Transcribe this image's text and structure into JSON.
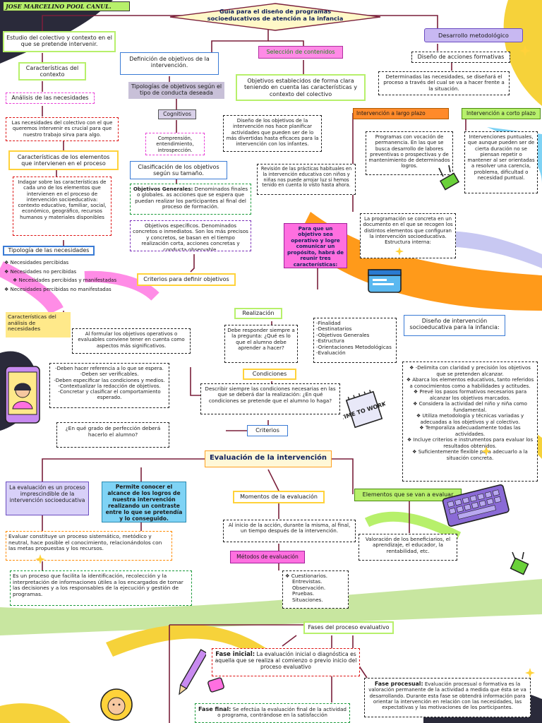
{
  "author": "JOSE MARCELINO POOL CANUL.",
  "title": "Guía para el diseño de programas socioeducativos de atención a la infancia",
  "estudio": "Estudio del colectivo y contexto en el que se pretende intervenir.",
  "desarrollo_metodologico": "Desarrollo metodológico",
  "definicion_objetivos": "Definición de objetivos de la intervención.",
  "seleccion_contenidos": "Selección de contenidos",
  "diseno_acciones": "Diseño de acciones formativas",
  "caracteristicas_contexto": "Características del contexto",
  "tipologias_objetivos": "Tipologías de objetivos según el tipo de conducta deseada",
  "objetivos_establecidos": "Objetivos establecidos de forma clara teniendo en cuenta las características y contexto del colectivo",
  "determinadas_necesidades": "Determinadas las necesidades, se diseñará el proceso a través del cual se va a hacer frente a la situación.",
  "analisis_necesidades": "Análisis de las necesidades",
  "cognitivos": "Cognitivos",
  "intervencion_largo": "Intervención a largo plazo",
  "intervencion_corto": "Intervención a corto plazo",
  "necesidades_colectivo": "Las necesidades del colectivo con el que queremos intervenir es crucial para que nuestro trabajo sirva para algo.",
  "diseno_objetivos": "Diseño de los objetivos de la intervención nos hace planificar actividades que pueden ser de lo más divertidas hasta eficaces para la intervención con los infantes.",
  "comprension": "Comprensión, entendimiento, introspección.",
  "programas_vocacion": "Programas con vocación de permanencia. En las que se busca desarrollo de labores preventivas o prospectivas y de mantenimiento de determinados logros.",
  "intervenciones_puntuales": "Intervenciones puntuales, que aunque pueden ser de cierta duración no se piensan repetir o mantener al ser orientadas a resolver una carencia, problema, dificultad o necesidad puntual.",
  "caracteristicas_elementos": "Características de los elementos que intervienen en el proceso",
  "clasificacion": "Clasificación de los objetivos según su tamaño.",
  "revision": "Revisión de las prácticas habituales en la intervención educativa con niños y niñas nos puede arrojar luz si hemos tenido en cuenta lo visto hasta ahora.",
  "indagar": "Indagar sobre las características de cada uno de los elementos que intervienen en el proceso de intervención socioeducativa: contexto educativo, familiar, social, económico, geográfico, recursos humanos y materiales disponibles",
  "objetivos_generales_label": "Objetivos Generales:",
  "objetivos_generales": "Denominados finales o globales. as acciones que se espera que puedan realizar los participantes al final del proceso de formación.",
  "programacion": "La programación se concreta en un documento en el que se recogen los distintos elementos que configuran la intervención socioeducativa. Estructura interna:",
  "objetivos_especificos": "Objetivos específicos. Denominados concretos o inmediatos. Son los más precisos y concretos, se basan en el tiempo realización corta, acciones concretas y conducta observable.",
  "para_que": "Para que un objetivo sea operativo y logre comunicar un propósito, habrá de reunir tres características:",
  "tipologia_necesidades": "Tipología de las necesidades",
  "necesidades_list": [
    "Necesidades percibidas",
    "Necesidades no percibidas",
    "Necesidades percibidas y manifestadas",
    "Necesidades percibidas no manifestadas"
  ],
  "criterios_definir": "Criterios para definir objetivos",
  "caracteristicas_analisis": "Características del análisis de necesidades",
  "realizacion": "Realización",
  "al_formular": "Al formular los objetivos operativos o evaluables conviene tener en cuenta como aspectos más significativos.",
  "debe_responder": "Debe responder siempre a la pregunta: ¿Qué es lo que el alumno debe aprender a hacer?",
  "finalidad_list": [
    "-Finalidad",
    "-Destinatarios",
    "-Objetivos Generales",
    "-Estructura",
    "-Orientaciones Metodológicas",
    "-Evaluación"
  ],
  "diseno_intervencion": "Diseño de intervención socioeducativa para la infancia:",
  "condiciones": "Condiciones",
  "deben_hacer": [
    "-Deben hacer referencia a lo que se espera.",
    "-Deben ser verificables.",
    "-Deben especificar las condiciones y medios.",
    "-Contextualizar la redacción de objetivos.",
    "-Concretar y clasificar el comportamiento esperado."
  ],
  "describir": "Describir siempre las condiciones necesarias en las que se deberá dar la realización: ¿En qué condiciones se pretende que el alumno lo haga?",
  "diseno_list": [
    "-Delimita con claridad y precisión los objetivos que se pretenden alcanzar.",
    "Abarca los elementos educativos, tanto referidos a conocimientos como a habilidades y actitudes.",
    "Prevé los pasos formativos necesarios para alcanzar los objetivos marcados.",
    "Considera la actividad del niño y niña como fundamental.",
    "Utiliza metodología y técnicas variadas y adecuadas a los objetivos y al colectivo.",
    "Temporaliza adecuadamente todas las actividades.",
    "Incluye criterios e instrumentos para evaluar los resultados obtenidos.",
    "Suficientemente flexible para adecuarlo a la situación concreta."
  ],
  "criterios": "Criterios",
  "grado_perfeccion": "¿En qué grado de perfección deberá hacerlo el alumno?",
  "evaluacion_intervencion": "Evaluación de la intervención",
  "evaluacion_proceso": "La evaluación es un proceso imprescindible de la intervención socioeducativa",
  "permite_conocer": "Permite conocer el alcance de los logros de nuestra intervención realizando un contraste entre lo que se pretendía y lo conseguido.",
  "momentos": "Momentos de la evaluación",
  "elementos_evaluar": "Elementos que se van a evaluar",
  "evaluar_constituye": "Evaluar constituye un proceso sistemático, metódico y neutral, hace posible el conocimiento, relacionándolos con las metas propuestas y los recursos.",
  "al_inicio": "Al inicio de la acción, durante la misma, al final, un tiempo después de la intervención.",
  "valoracion": "Valoración de los beneficiarios, el aprendizaje, el educador, la rentabilidad, etc.",
  "metodos": "Métodos de evaluación",
  "es_un_proceso": "Es un proceso que facilita la identificación, recolección y la interpretación de informaciones útiles a los encargados de tomar las decisiones y a los responsables de la ejecución y gestión de programas.",
  "metodos_list": [
    "Cuestionarios.",
    "Entrevistas.",
    "Observación.",
    "Pruebas.",
    "Situaciones."
  ],
  "fases": "Fases del proceso evaluativo",
  "fase_inicial_label": "Fase inicial:",
  "fase_inicial": "La evaluación inicial o diagnóstica es aquella que se realiza al comienzo o previo inicio del proceso evaluativo",
  "fase_procesual_label": "Fase procesual:",
  "fase_procesual": "Evaluación procesual o formativa es la valoración permanente de la actividad a medida que ésta se va desarrollando. Durante esta fase se obtendrá información para orientar la intervención en relación con las necesidades, las expectativas y las motivaciones de los participantes.",
  "fase_final_label": "Fase final:",
  "fase_final": "Se efectúa la evaluación final de la actividad o programa, contrándose en la satisfacción",
  "colors": {
    "green": "#b7f06b",
    "pink": "#ff6fe0",
    "magenta": "#e83fd6",
    "blue": "#3a7bd5",
    "purple": "#8a5cd6",
    "orange": "#ff8a2a",
    "yellow": "#ffe98a"
  },
  "sticker_time_to_work": "TIME TO WORK!"
}
